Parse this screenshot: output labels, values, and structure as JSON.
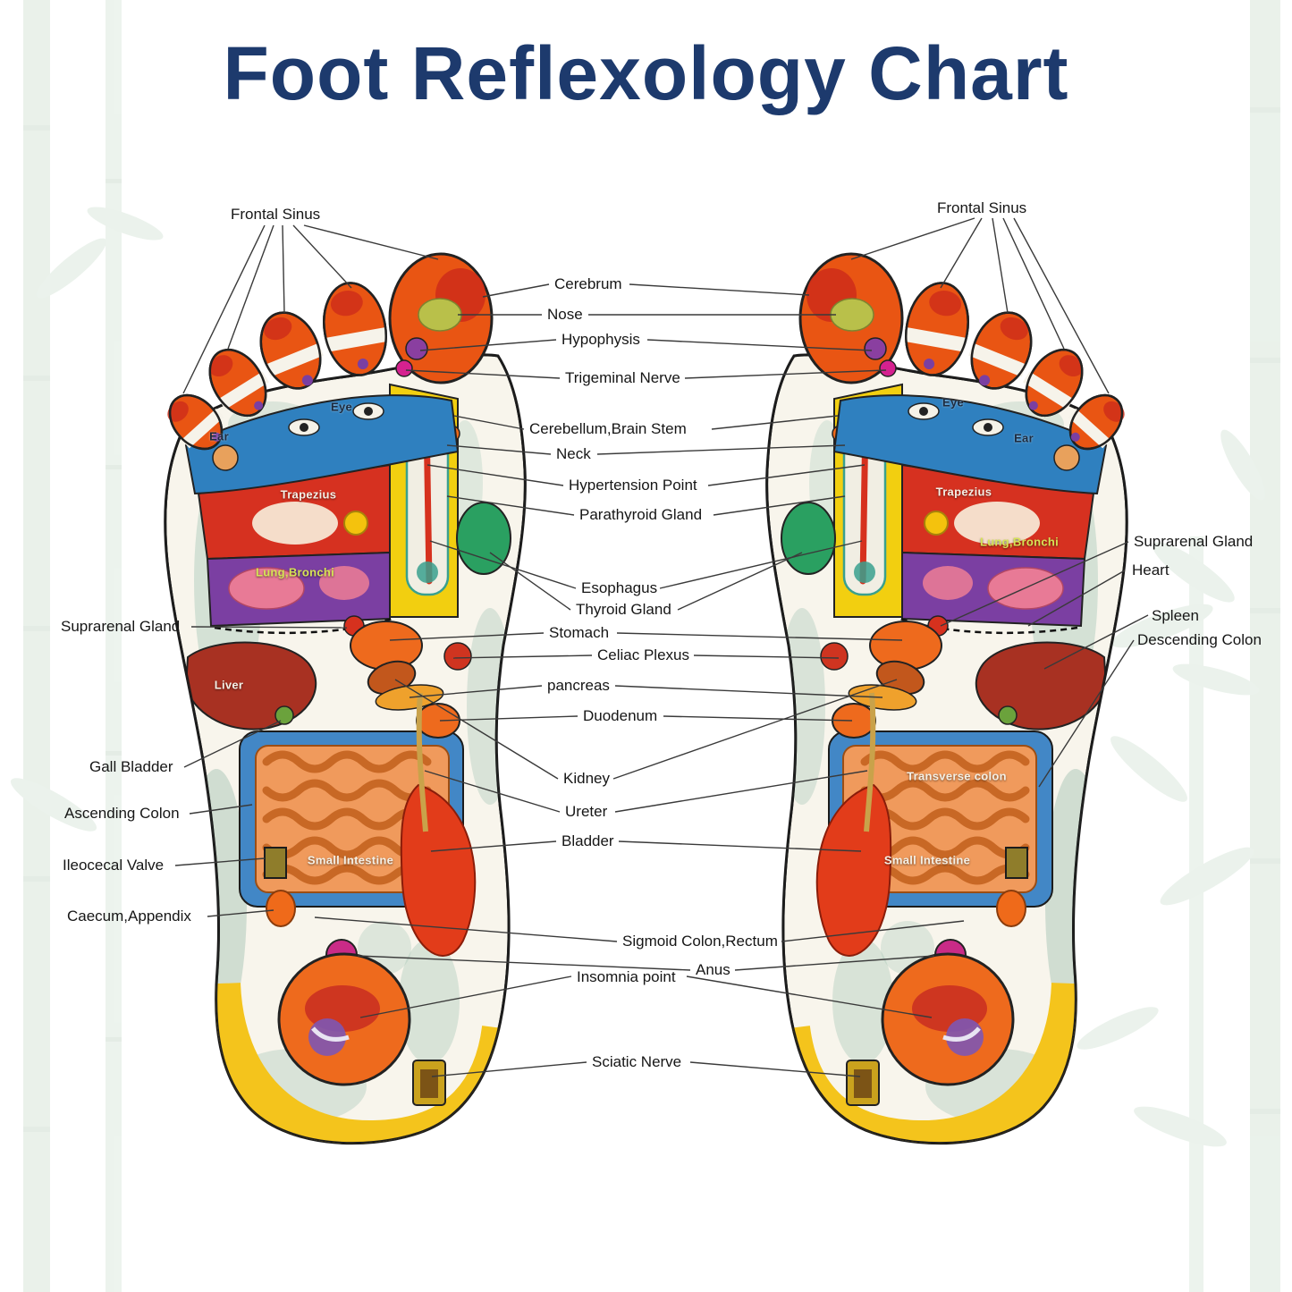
{
  "title": "Foot Reflexology Chart",
  "center_labels": [
    "Cerebrum",
    "Nose",
    "Hypophysis",
    "Trigeminal Nerve",
    "Cerebellum,Brain Stem",
    "Neck",
    "Hypertension Point",
    "Parathyroid Gland",
    "Esophagus",
    "Thyroid Gland",
    "Stomach",
    "Celiac Plexus",
    "pancreas",
    "Duodenum",
    "Kidney",
    "Ureter",
    "Bladder",
    "Sigmoid Colon,Rectum",
    "Anus",
    "Insomnia point",
    "Sciatic Nerve"
  ],
  "left_foot": {
    "side_labels": {
      "frontal_sinus": "Frontal Sinus",
      "suprarenal_gland": "Suprarenal Gland",
      "gall_bladder": "Gall Bladder",
      "ascending_colon": "Ascending Colon",
      "ileocecal_valve": "Ileocecal Valve",
      "caecum_appendix": "Caecum,Appendix"
    },
    "on_foot_labels": {
      "eye": "Eye",
      "ear": "Ear",
      "trapezius": "Trapezius",
      "lung_bronchi": "Lung,Bronchi",
      "liver": "Liver",
      "small_intestine": "Small Intestine"
    }
  },
  "right_foot": {
    "side_labels": {
      "frontal_sinus": "Frontal Sinus",
      "suprarenal_gland": "Suprarenal Gland",
      "heart": "Heart",
      "spleen": "Spleen",
      "descending_colon": "Descending Colon"
    },
    "on_foot_labels": {
      "eye": "Eye",
      "ear": "Ear",
      "trapezius": "Trapezius",
      "lung_bronchi": "Lung,Bronchi",
      "transverse_colon": "Transverse colon",
      "small_intestine": "Small Intestine"
    }
  },
  "colors": {
    "title_navy": "#1d3a6d",
    "toe_orange": "#e95513",
    "zone_red": "#d63120",
    "zone_blue": "#2f80bf",
    "zone_purple": "#7b3fa2",
    "zone_yellow": "#f2cf10",
    "intestine_salmon": "#f09a5c",
    "intestine_frame_blue": "#4287c6",
    "heel_orange": "#ee6a1d",
    "heel_band_yellow": "#f4c41c",
    "anus_magenta": "#c92b87",
    "liver_red": "#a83122",
    "thyroid_green": "#2aa061"
  }
}
